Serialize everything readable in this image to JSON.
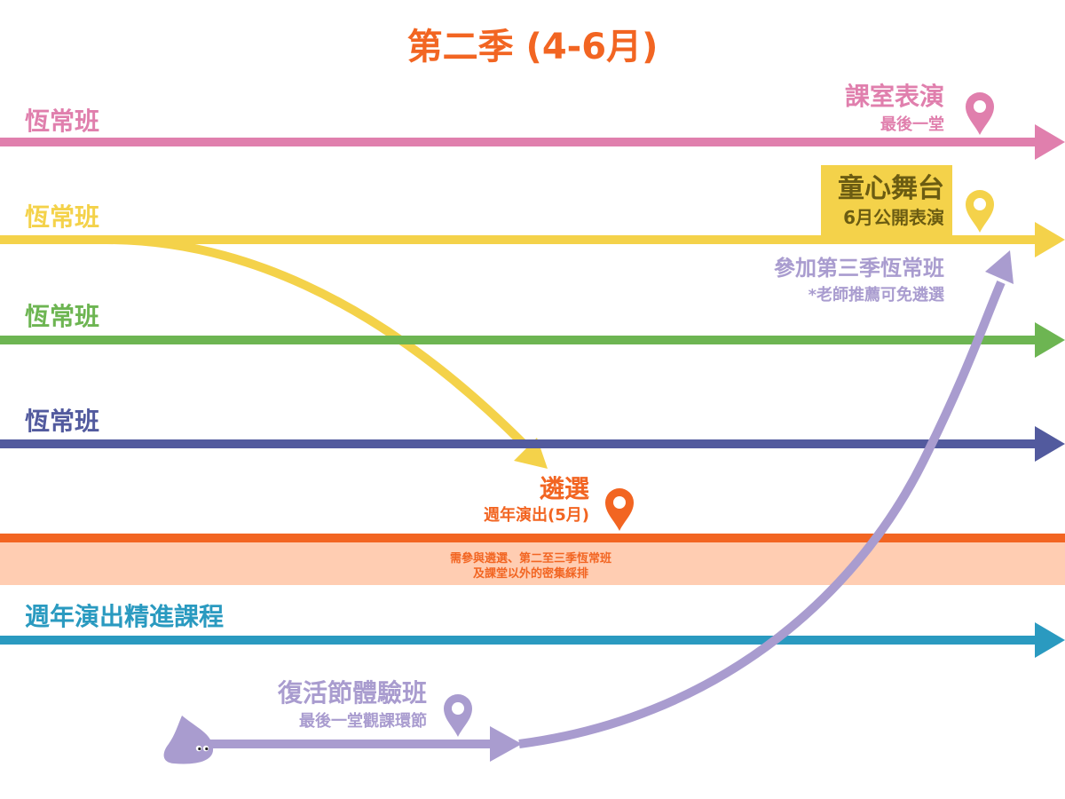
{
  "title": "第二季 (4-6月)",
  "colors": {
    "pink": "#e07fad",
    "yellow": "#f4d24a",
    "green": "#6db552",
    "navy": "#525a9e",
    "orange": "#f26522",
    "orange_band": "#ffcdb2",
    "teal": "#2a9ac0",
    "lavender": "#a99ccf",
    "gold_box": "#f4d24a",
    "gold_text": "#6b5c12"
  },
  "lanes": [
    {
      "label": "恆常班"
    },
    {
      "label": "恆常班"
    },
    {
      "label": "恆常班"
    },
    {
      "label": "恆常班"
    },
    {
      "label": "週年演出精進課程"
    }
  ],
  "events": {
    "classroom_show": {
      "title": "課室表演",
      "subtitle": "最後一堂"
    },
    "kids_stage": {
      "title": "童心舞台",
      "subtitle": "6月公開表演"
    },
    "next_season": {
      "title": "參加第三季恆常班",
      "subtitle": "*老師推薦可免遴選"
    },
    "audition": {
      "title": "遴選",
      "subtitle": "週年演出(5月)"
    },
    "band_note": {
      "line1": "需參與遴選、第二至三季恆常班",
      "line2": "及課堂以外的密集綵排"
    },
    "easter": {
      "title": "復活節體驗班",
      "subtitle": "最後一堂觀課環節"
    }
  },
  "icons": {
    "pin": "location-pin-icon",
    "arrow": "arrow-head-icon",
    "mascot": "mascot-character-icon"
  }
}
